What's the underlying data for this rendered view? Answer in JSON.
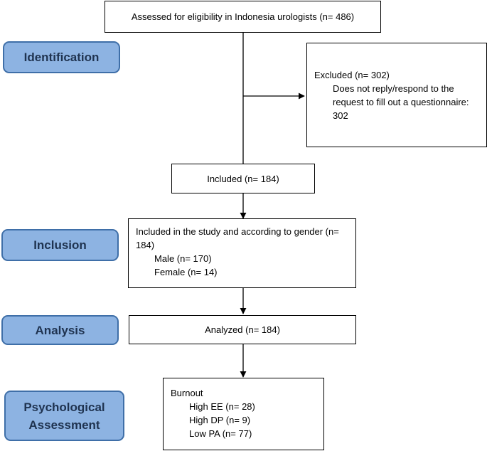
{
  "stages": {
    "identification": "Identification",
    "inclusion": "Inclusion",
    "analysis": "Analysis",
    "psychological": "Psychological\nAssessment"
  },
  "boxes": {
    "assessed": "Assessed for eligibility in Indonesia urologists (n= 486)",
    "excluded": {
      "title": "Excluded (n= 302)",
      "detail": "Does not reply/respond to the request to fill out a questionnaire: 302"
    },
    "included": "Included (n= 184)",
    "study": {
      "title": "Included in the study and according to gender (n= 184)",
      "male": "Male (n= 170)",
      "female": "Female (n= 14)"
    },
    "analyzed": "Analyzed (n= 184)",
    "burnout": {
      "title": "Burnout",
      "high_ee": "High EE (n= 28)",
      "high_dp": "High DP (n= 9)",
      "low_pa": "Low PA (n= 77)"
    }
  }
}
